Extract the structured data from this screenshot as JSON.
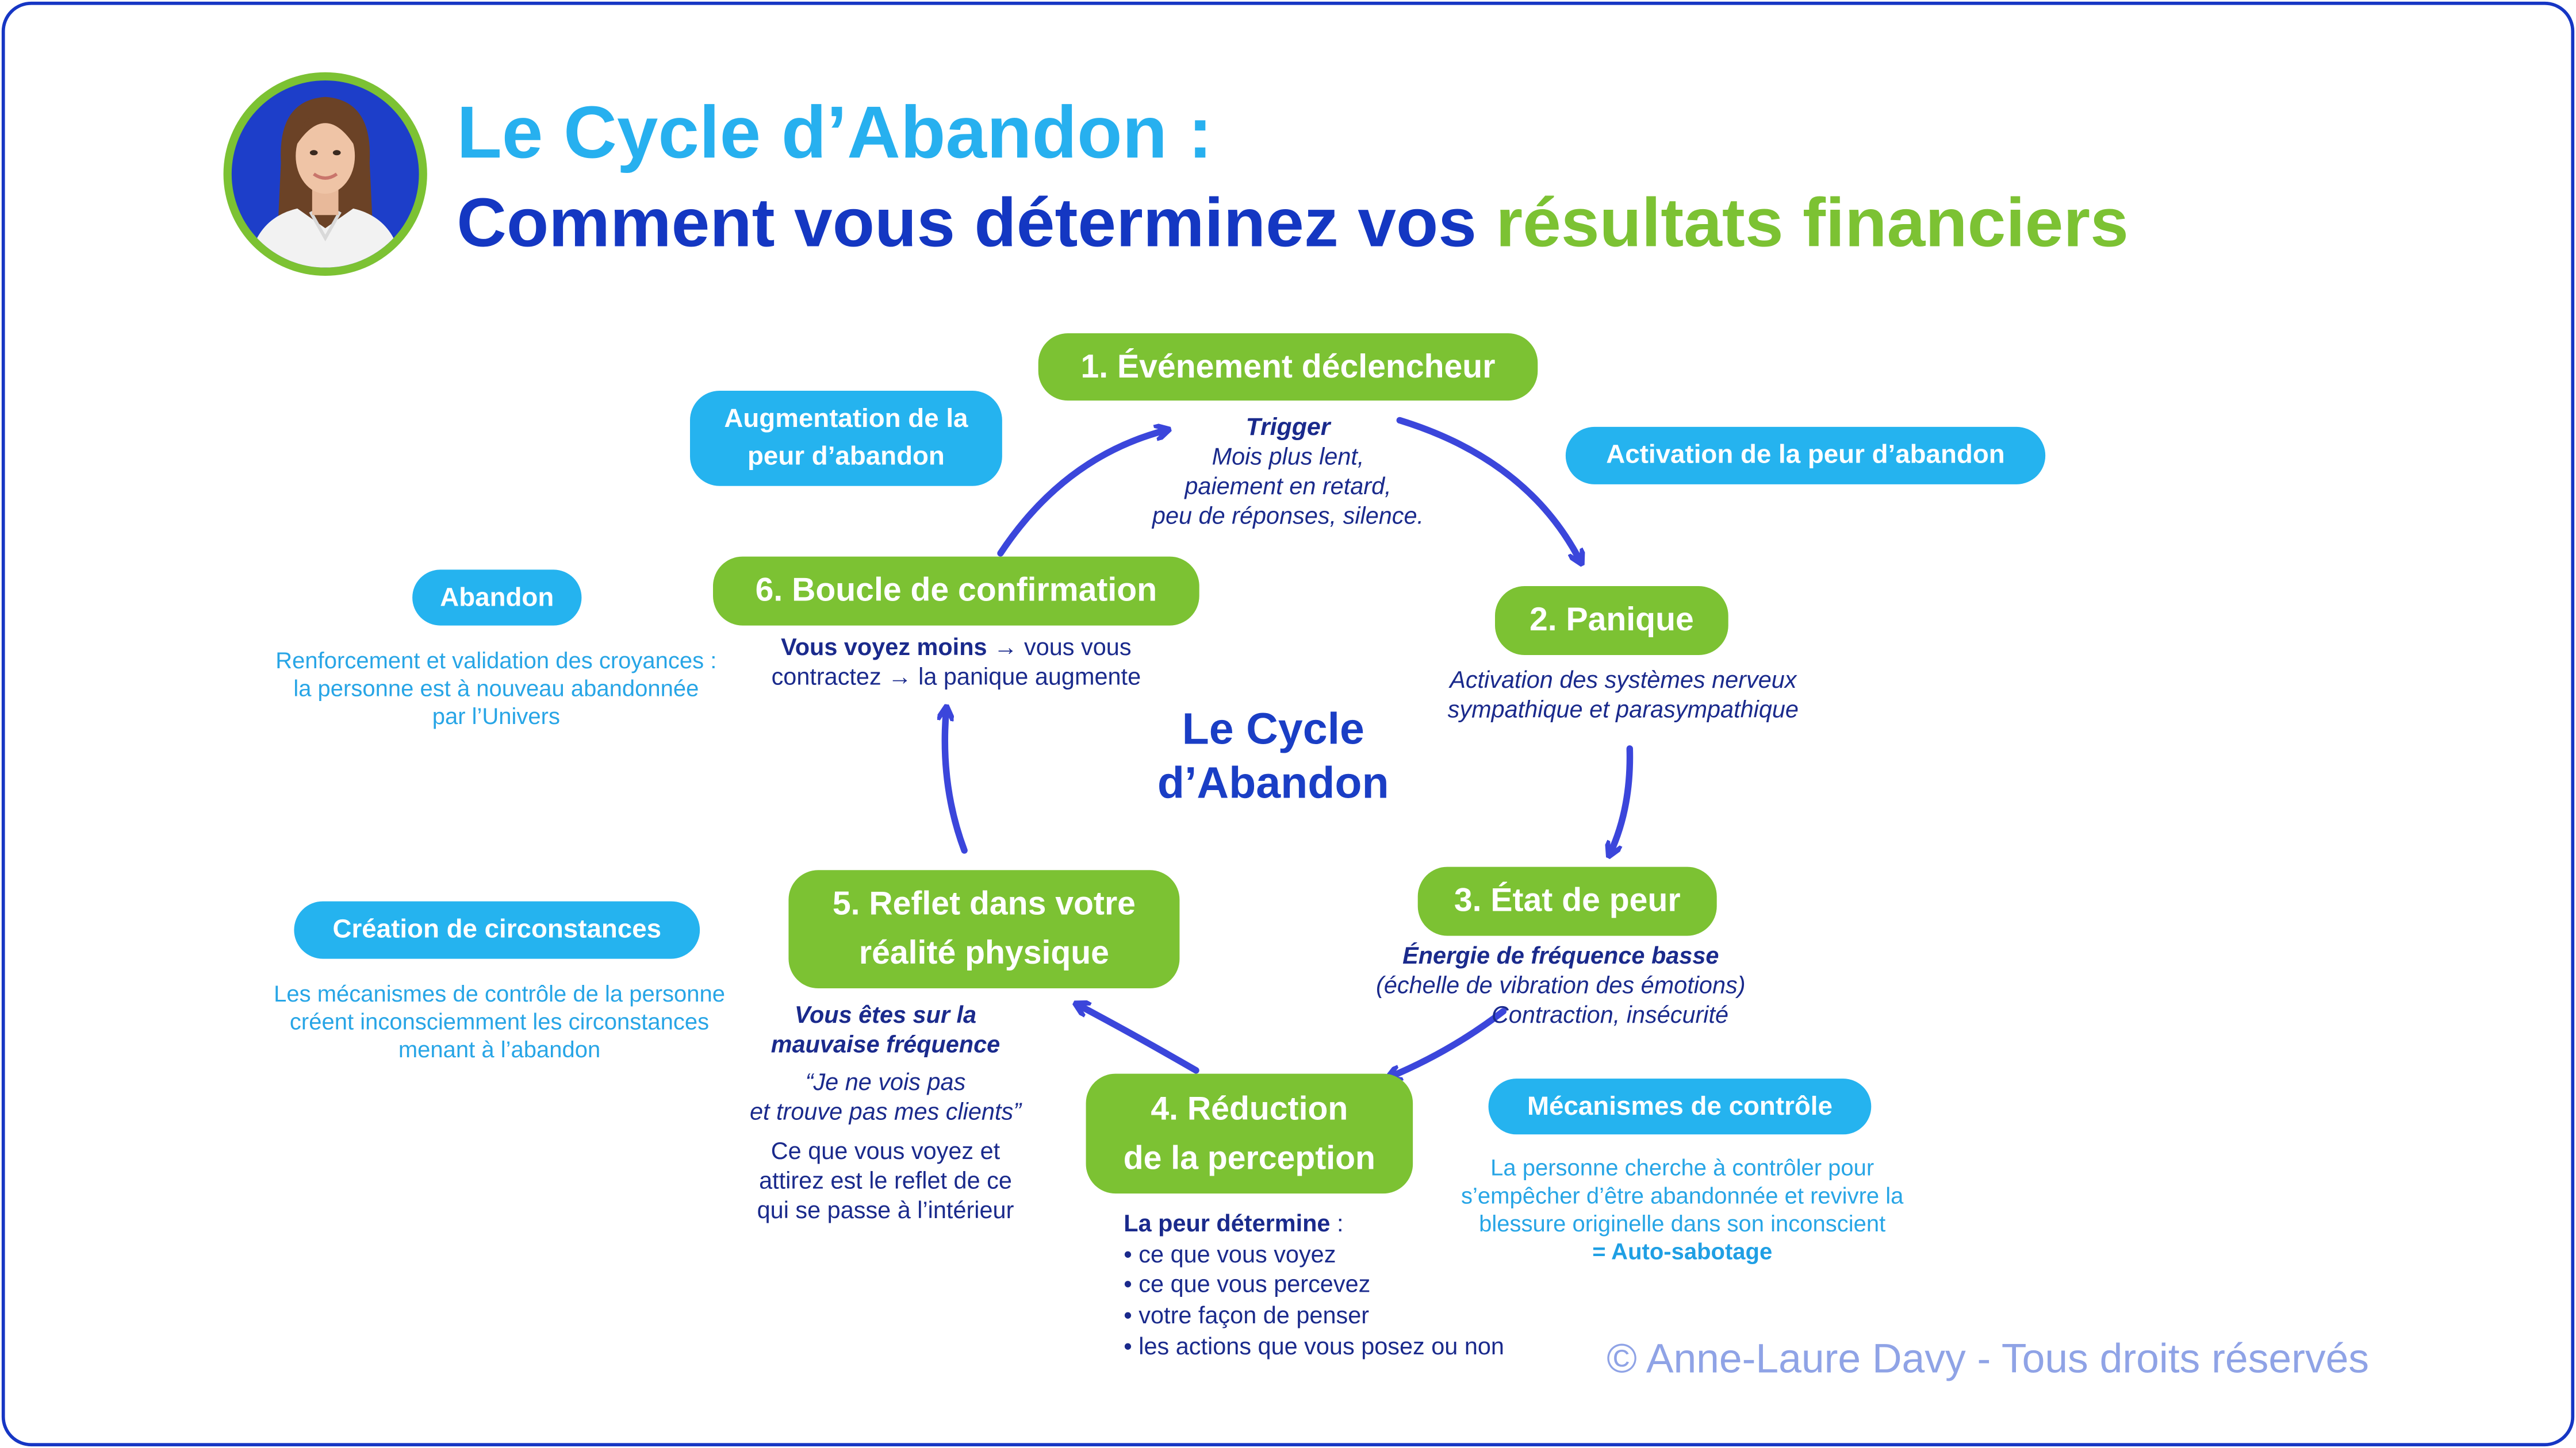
{
  "colors": {
    "frame": "#1636c4",
    "title_light_blue": "#27b0ef",
    "title_navy": "#1437c2",
    "accent_green": "#7cc233",
    "pill_blue": "#25b3ef",
    "text_navy": "#1a2a8c",
    "arrow": "#3b46db",
    "copyright": "#8fa3e6"
  },
  "header": {
    "title_line1": "Le Cycle d’Abandon :",
    "title_line2_start": "Comment vous déterminez vos ",
    "title_line2_highlight": "résultats financiers",
    "avatar_icon": "portrait-photo"
  },
  "center": {
    "line1": "Le Cycle",
    "line2": "d’Abandon"
  },
  "steps": {
    "s1": {
      "label": "1. Événement déclencheur",
      "subtitle": "Trigger",
      "lines": [
        "Mois plus lent,",
        "paiement en retard,",
        "peu de réponses, silence."
      ]
    },
    "s2": {
      "label": "2. Panique",
      "lines": [
        "Activation des systèmes nerveux",
        "sympathique et parasympathique"
      ]
    },
    "s3": {
      "label": "3. État de peur",
      "subtitle": "Énergie de fréquence basse",
      "lines": [
        "(échelle de vibration des émotions)",
        "Contraction, insécurité"
      ]
    },
    "s4": {
      "label_line1": "4. Réduction",
      "label_line2": "de la perception",
      "intro_bold": "La peur détermine",
      "intro_rest": " :",
      "bullets": [
        "• ce que vous voyez",
        "• ce que vous percevez",
        "• votre façon de penser",
        "• les actions que vous posez ou non"
      ]
    },
    "s5": {
      "label_line1": "5. Reflet dans votre",
      "label_line2": "réalité physique",
      "subtitle_line1": "Vous êtes sur la",
      "subtitle_line2": "mauvaise fréquence",
      "quote_line1": "“Je ne vois pas",
      "quote_line2": "et trouve pas mes clients”",
      "lines": [
        "Ce que vous voyez et",
        "attirez est le reflet de ce",
        "qui se passe à l’intérieur"
      ]
    },
    "s6": {
      "label": "6. Boucle de confirmation",
      "line1_bold": "Vous voyez moins",
      "line1_rest": " → vous vous",
      "line2": "contractez → la panique augmente"
    }
  },
  "tags": {
    "augmentation_line1": "Augmentation de la",
    "augmentation_line2": "peur d’abandon",
    "activation": "Activation de la peur d’abandon",
    "abandon": "Abandon",
    "abandon_note": [
      "Renforcement et validation des croyances :",
      "la personne est à nouveau abandonnée",
      "par l’Univers"
    ],
    "creation": "Création de circonstances",
    "creation_note": [
      "Les mécanismes de contrôle de la personne",
      "créent inconsciemment les circonstances",
      "menant à l’abandon"
    ],
    "mecanismes": "Mécanismes de contrôle",
    "mecanismes_note": [
      "La personne cherche à contrôler pour",
      "s’empêcher d’être abandonnée et revivre la",
      "blessure originelle dans son inconscient"
    ],
    "mecanismes_result": "= Auto-sabotage"
  },
  "footer": {
    "copyright": "© Anne-Laure Davy - Tous droits réservés"
  }
}
